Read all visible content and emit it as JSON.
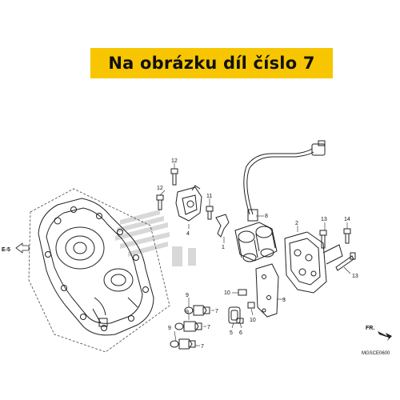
{
  "banner": {
    "text": "Na obrázku díl číslo 7",
    "color": "#f7c600"
  },
  "ref": {
    "e5": "E-5",
    "fr": "FR.",
    "code": "MGSCE0600"
  },
  "labels": {
    "p1": "1",
    "p2": "2",
    "p3": "3",
    "p4": "4",
    "p5": "5",
    "p6": "6",
    "p7a": "7",
    "p7b": "7",
    "p7c": "7",
    "p8": "8",
    "p9a": "9",
    "p9b": "9",
    "p9c": "9",
    "p10a": "10",
    "p10b": "10",
    "p11": "11",
    "p12a": "12",
    "p12b": "12",
    "p13a": "13",
    "p13b": "13",
    "p14": "14"
  },
  "watermark": {
    "color": "#c8c8c8"
  }
}
